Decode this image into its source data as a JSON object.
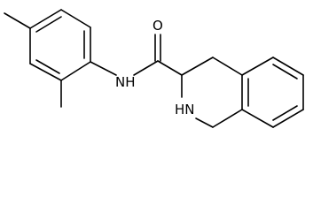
{
  "structure": {
    "atom_labels": {
      "carbonyl_oxygen": "O",
      "amide_nitrogen": "NH",
      "ring_nitrogen": "HN"
    },
    "colors": {
      "bond": "#000000",
      "label": "#000000",
      "background": "#ffffff"
    }
  }
}
